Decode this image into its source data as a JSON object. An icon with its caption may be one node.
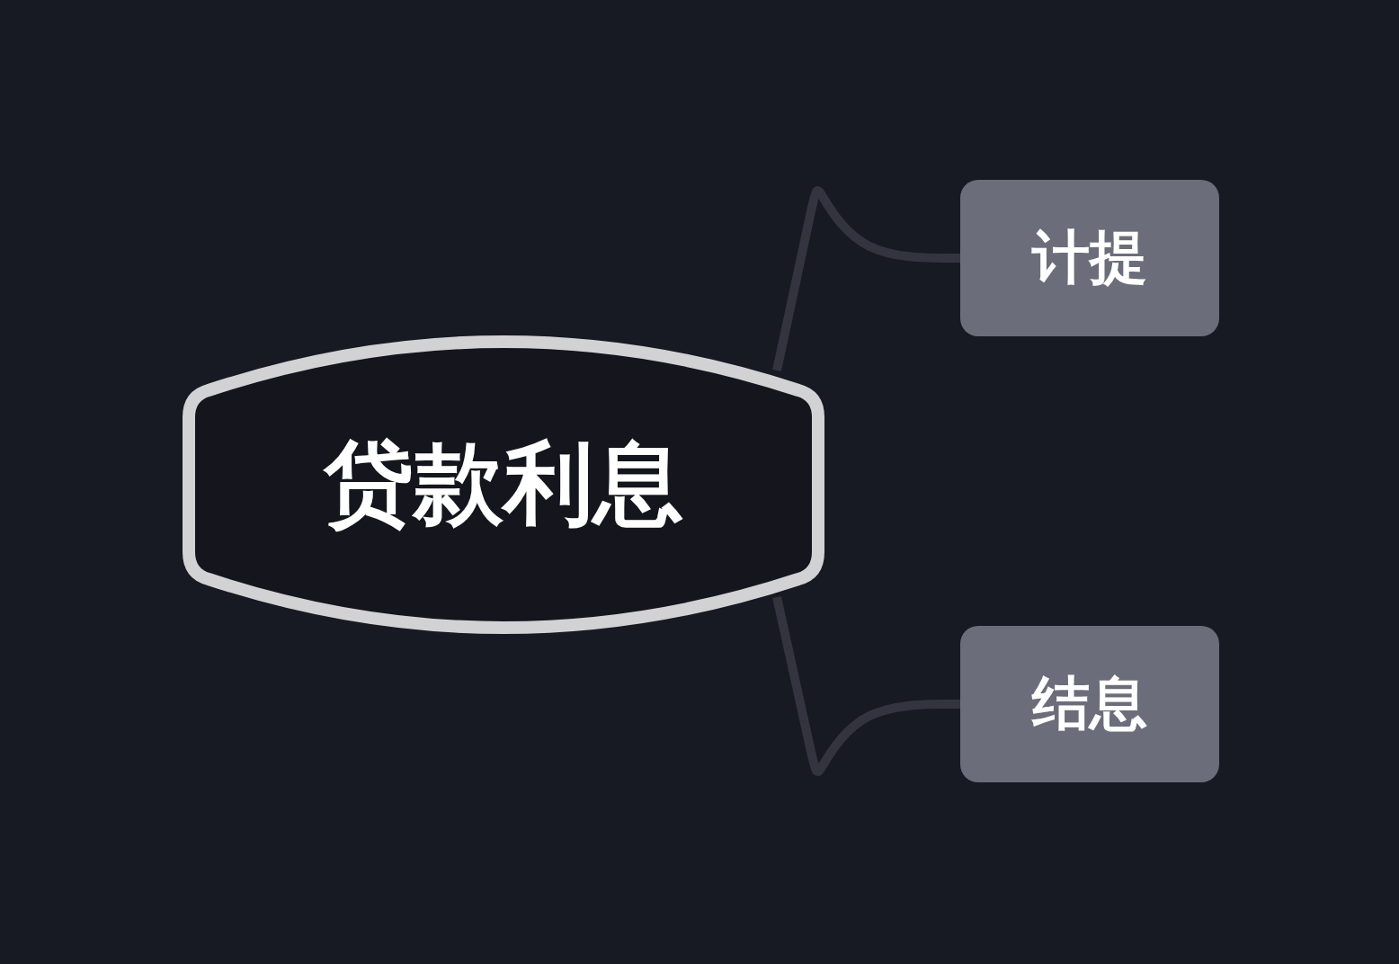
{
  "diagram": {
    "nodes": [
      {
        "text": [
          "贷款利息"
        ]
      },
      {
        "text": [
          "计提"
        ]
      },
      {
        "text": [
          "结息"
        ]
      }
    ],
    "edges": [
      {
        "from": 0,
        "to": 1,
        "arrow": "none"
      },
      {
        "from": 0,
        "to": 2,
        "arrow": "none"
      }
    ]
  }
}
